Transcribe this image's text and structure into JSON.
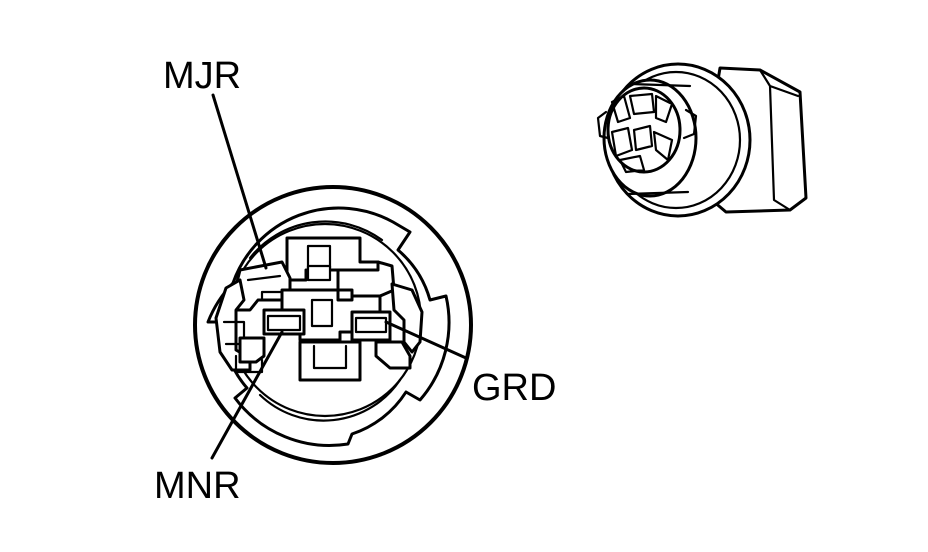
{
  "labels": {
    "mjr": "MJR",
    "grd": "GRD",
    "mnr": "MNR"
  },
  "colors": {
    "ink": "#000000",
    "background": "#ffffff"
  }
}
